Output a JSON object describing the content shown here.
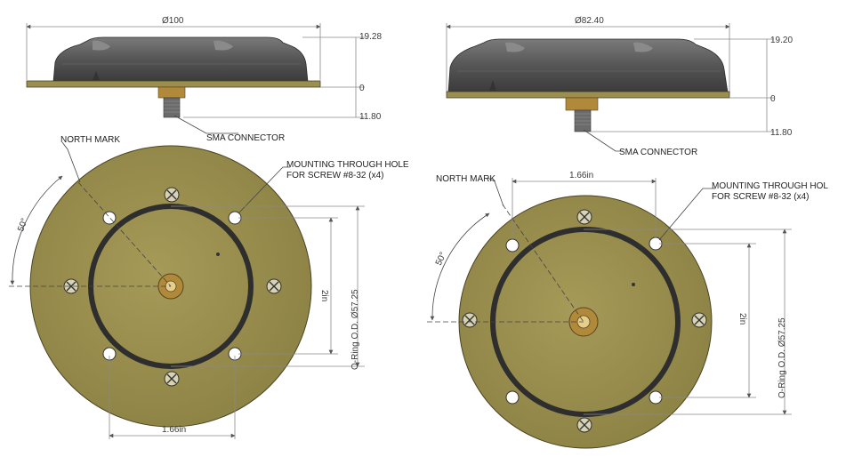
{
  "colors": {
    "plate": "#9a8f4e",
    "plate_edge": "#4a4424",
    "housing": "#4e4e4e",
    "housing_top": "#6c6c6c",
    "o_ring": "#2e2e2e",
    "connector": "#b08a3a",
    "dimension": "#8a8a8a",
    "text": "#2a2a2a",
    "background": "#ffffff"
  },
  "left_view": {
    "diameter_label": "Ø100",
    "height_top": "19.28",
    "height_zero": "0",
    "height_bottom": "11.80",
    "sma_label": "SMA CONNECTOR",
    "north_label": "NORTH MARK",
    "mount_label_line1": "MOUNTING THROUGH HOLE",
    "mount_label_line2": "FOR SCREW #8-32 (x4)",
    "angle_label": "50°",
    "hole_spacing_label": "1.66in",
    "vertical_spacing_label": "2in",
    "oring_label": "O-Ring O.D. Ø57.25"
  },
  "right_view": {
    "diameter_label": "Ø82.40",
    "height_top": "19.20",
    "height_zero": "0",
    "height_bottom": "11.80",
    "sma_label": "SMA CONNECTOR",
    "north_label": "NORTH MARK",
    "mount_label_line1": "MOUNTING THROUGH HOL",
    "mount_label_line2": "FOR SCREW #8-32 (x4)",
    "angle_label": "50°",
    "hole_spacing_label": "1.66in",
    "vertical_spacing_label": "2in",
    "oring_label": "O-Ring O.D. Ø57.25"
  }
}
